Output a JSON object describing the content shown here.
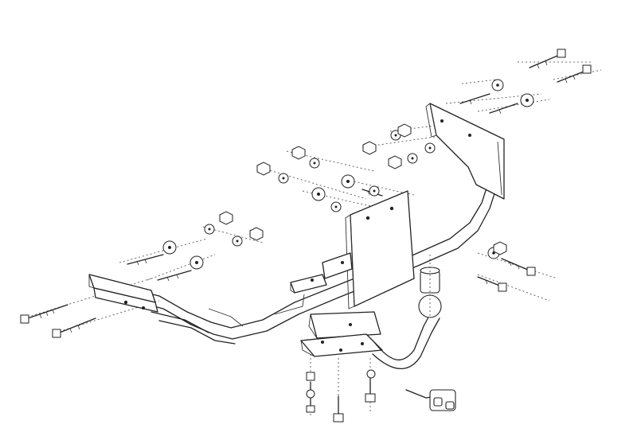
{
  "diagram": {
    "type": "exploded-assembly",
    "subject": "tow-bar",
    "line_color": "#222222",
    "background": "#ffffff",
    "components": {
      "crossbar": 1,
      "side_brackets": 3,
      "towball": 1,
      "electrical_socket": 1
    }
  }
}
